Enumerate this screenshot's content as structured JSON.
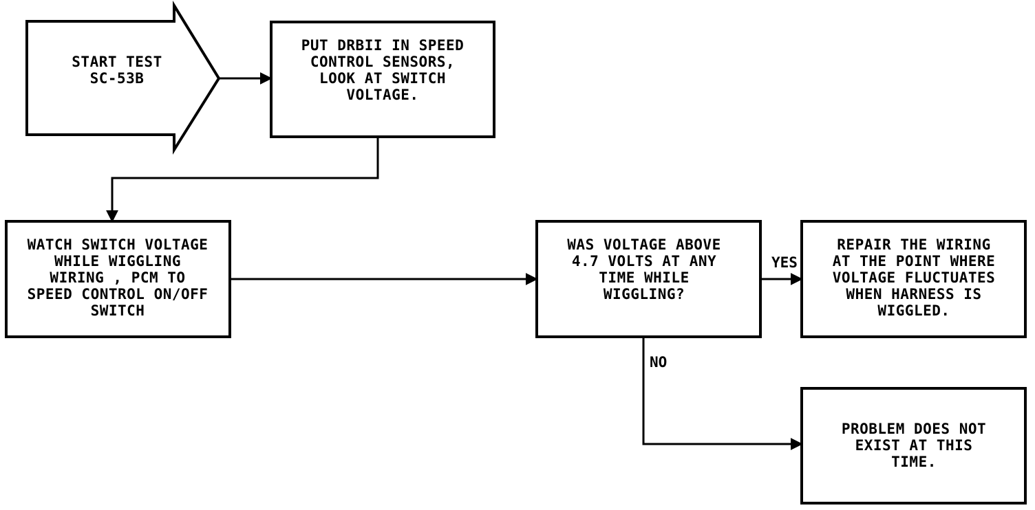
{
  "nodes": {
    "start": {
      "lines": [
        "START TEST",
        "SC-53B"
      ]
    },
    "put_drbii": {
      "lines": [
        "PUT DRBII IN SPEED",
        "CONTROL SENSORS,",
        "LOOK AT SWITCH",
        "VOLTAGE."
      ]
    },
    "watch_voltage": {
      "lines": [
        "WATCH SWITCH VOLTAGE",
        "WHILE WIGGLING",
        "WIRING , PCM TO",
        "SPEED CONTROL ON/OFF",
        "SWITCH"
      ]
    },
    "decision": {
      "lines": [
        "WAS VOLTAGE ABOVE",
        "4.7 VOLTS AT ANY",
        "TIME WHILE",
        "WIGGLING?"
      ]
    },
    "repair": {
      "lines": [
        "REPAIR THE WIRING",
        "AT THE POINT WHERE",
        "VOLTAGE FLUCTUATES",
        "WHEN HARNESS IS",
        "WIGGLED."
      ]
    },
    "no_problem": {
      "lines": [
        "PROBLEM DOES NOT",
        "EXIST AT THIS",
        "TIME."
      ]
    }
  },
  "edges": {
    "yes_label": "YES",
    "no_label": "NO"
  }
}
